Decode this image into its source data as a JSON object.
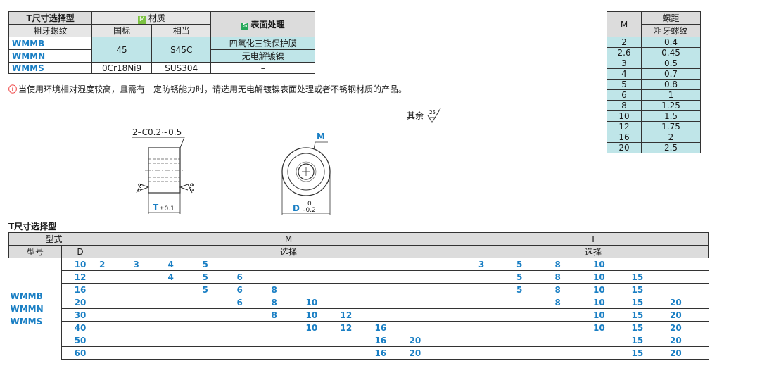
{
  "material_table": {
    "h_selection": "T尺寸选择型",
    "h_thread": "粗牙螺纹",
    "h_material_tag": "M",
    "h_material": "材质",
    "h_standard": "国标",
    "h_equiv": "相当",
    "h_surface_tag": "S",
    "h_surface": "表面处理",
    "rows": [
      {
        "code": "WMMB",
        "std": "45",
        "equiv": "S45C",
        "surface": "四氧化三铁保护膜"
      },
      {
        "code": "WMMN",
        "std": "",
        "equiv": "",
        "surface": "无电解镀镍"
      },
      {
        "code": "WMMS",
        "std": "0Cr18Ni9",
        "equiv": "SUS304",
        "surface": "–"
      }
    ]
  },
  "note": {
    "icon": "warning-circle-icon",
    "text": "当使用环境相对湿度较高，且需有一定防锈能力时，请选用无电解镀镍表面处理或者不锈钢材质的产品。"
  },
  "roughness": {
    "label": "其余",
    "value": "25"
  },
  "drawing": {
    "chamfer": "2–C0.2~0.5",
    "rough_left": "6.3",
    "rough_right": "6.3",
    "t_label": "T",
    "t_tol": "±0.1",
    "m_label": "M",
    "d_label": "D",
    "d_tol_upper": "0",
    "d_tol_lower": "–0.2"
  },
  "pitch_table": {
    "h_m": "M",
    "h_pitch": "螺距",
    "h_thread": "粗牙螺纹",
    "rows": [
      [
        "2",
        "0.4"
      ],
      [
        "2.6",
        "0.45"
      ],
      [
        "3",
        "0.5"
      ],
      [
        "4",
        "0.7"
      ],
      [
        "5",
        "0.8"
      ],
      [
        "6",
        "1"
      ],
      [
        "8",
        "1.25"
      ],
      [
        "10",
        "1.5"
      ],
      [
        "12",
        "1.75"
      ],
      [
        "16",
        "2"
      ],
      [
        "20",
        "2.5"
      ]
    ]
  },
  "selection": {
    "title": "T尺寸选择型",
    "h_type": "型式",
    "h_model": "型号",
    "h_d": "D",
    "h_m": "M",
    "h_t": "T",
    "h_select_m": "选择",
    "h_select_t": "选择",
    "codes": [
      "WMMB",
      "WMMN",
      "WMMS"
    ],
    "rows": [
      {
        "D": "10",
        "M": [
          "2",
          "3",
          "4",
          "5",
          "",
          "",
          "",
          "",
          "",
          "",
          ""
        ],
        "T": [
          "3",
          "5",
          "8",
          "10",
          "",
          ""
        ]
      },
      {
        "D": "12",
        "M": [
          "",
          "",
          "4",
          "5",
          "6",
          "",
          "",
          "",
          "",
          "",
          ""
        ],
        "T": [
          "",
          "5",
          "8",
          "10",
          "15",
          ""
        ]
      },
      {
        "D": "16",
        "M": [
          "",
          "",
          "",
          "5",
          "6",
          "8",
          "",
          "",
          "",
          "",
          ""
        ],
        "T": [
          "",
          "5",
          "8",
          "10",
          "15",
          ""
        ]
      },
      {
        "D": "20",
        "M": [
          "",
          "",
          "",
          "",
          "6",
          "8",
          "10",
          "",
          "",
          "",
          ""
        ],
        "T": [
          "",
          "",
          "8",
          "10",
          "15",
          "20"
        ]
      },
      {
        "D": "30",
        "M": [
          "",
          "",
          "",
          "",
          "",
          "8",
          "10",
          "12",
          "",
          "",
          ""
        ],
        "T": [
          "",
          "",
          "",
          "10",
          "15",
          "20"
        ]
      },
      {
        "D": "40",
        "M": [
          "",
          "",
          "",
          "",
          "",
          "",
          "10",
          "12",
          "16",
          "",
          ""
        ],
        "T": [
          "",
          "",
          "",
          "10",
          "15",
          "20"
        ]
      },
      {
        "D": "50",
        "M": [
          "",
          "",
          "",
          "",
          "",
          "",
          "",
          "",
          "16",
          "20",
          ""
        ],
        "T": [
          "",
          "",
          "",
          "",
          "15",
          "20"
        ]
      },
      {
        "D": "60",
        "M": [
          "",
          "",
          "",
          "",
          "",
          "",
          "",
          "",
          "16",
          "20",
          ""
        ],
        "T": [
          "",
          "",
          "",
          "",
          "15",
          "20"
        ]
      }
    ]
  }
}
